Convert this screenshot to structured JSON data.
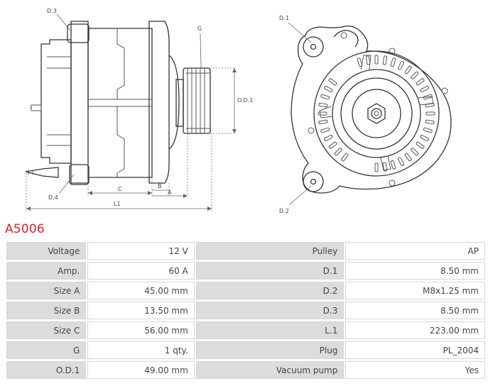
{
  "drawing": {
    "labels": {
      "d3": "D.3",
      "d4": "D.4",
      "d1": "D.1",
      "d2": "D.2",
      "g": "G",
      "od1": "O.D.1",
      "c": "C",
      "b": "B",
      "a": "A",
      "l1": "L1"
    }
  },
  "product": {
    "code": "A5006"
  },
  "specs": [
    {
      "left_label": "Voltage",
      "left_value": "12 V",
      "right_label": "Pulley",
      "right_value": "AP"
    },
    {
      "left_label": "Amp.",
      "left_value": "60 A",
      "right_label": "D.1",
      "right_value": "8.50 mm"
    },
    {
      "left_label": "Size A",
      "left_value": "45.00 mm",
      "right_label": "D.2",
      "right_value": "M8x1.25 mm"
    },
    {
      "left_label": "Size B",
      "left_value": "13.50 mm",
      "right_label": "D.3",
      "right_value": "8.50 mm"
    },
    {
      "left_label": "Size C",
      "left_value": "56.00 mm",
      "right_label": "L.1",
      "right_value": "223.00 mm"
    },
    {
      "left_label": "G",
      "left_value": "1 qty.",
      "right_label": "Plug",
      "right_value": "PL_2004"
    },
    {
      "left_label": "O.D.1",
      "left_value": "49.00 mm",
      "right_label": "Vacuum pump",
      "right_value": "Yes"
    }
  ]
}
